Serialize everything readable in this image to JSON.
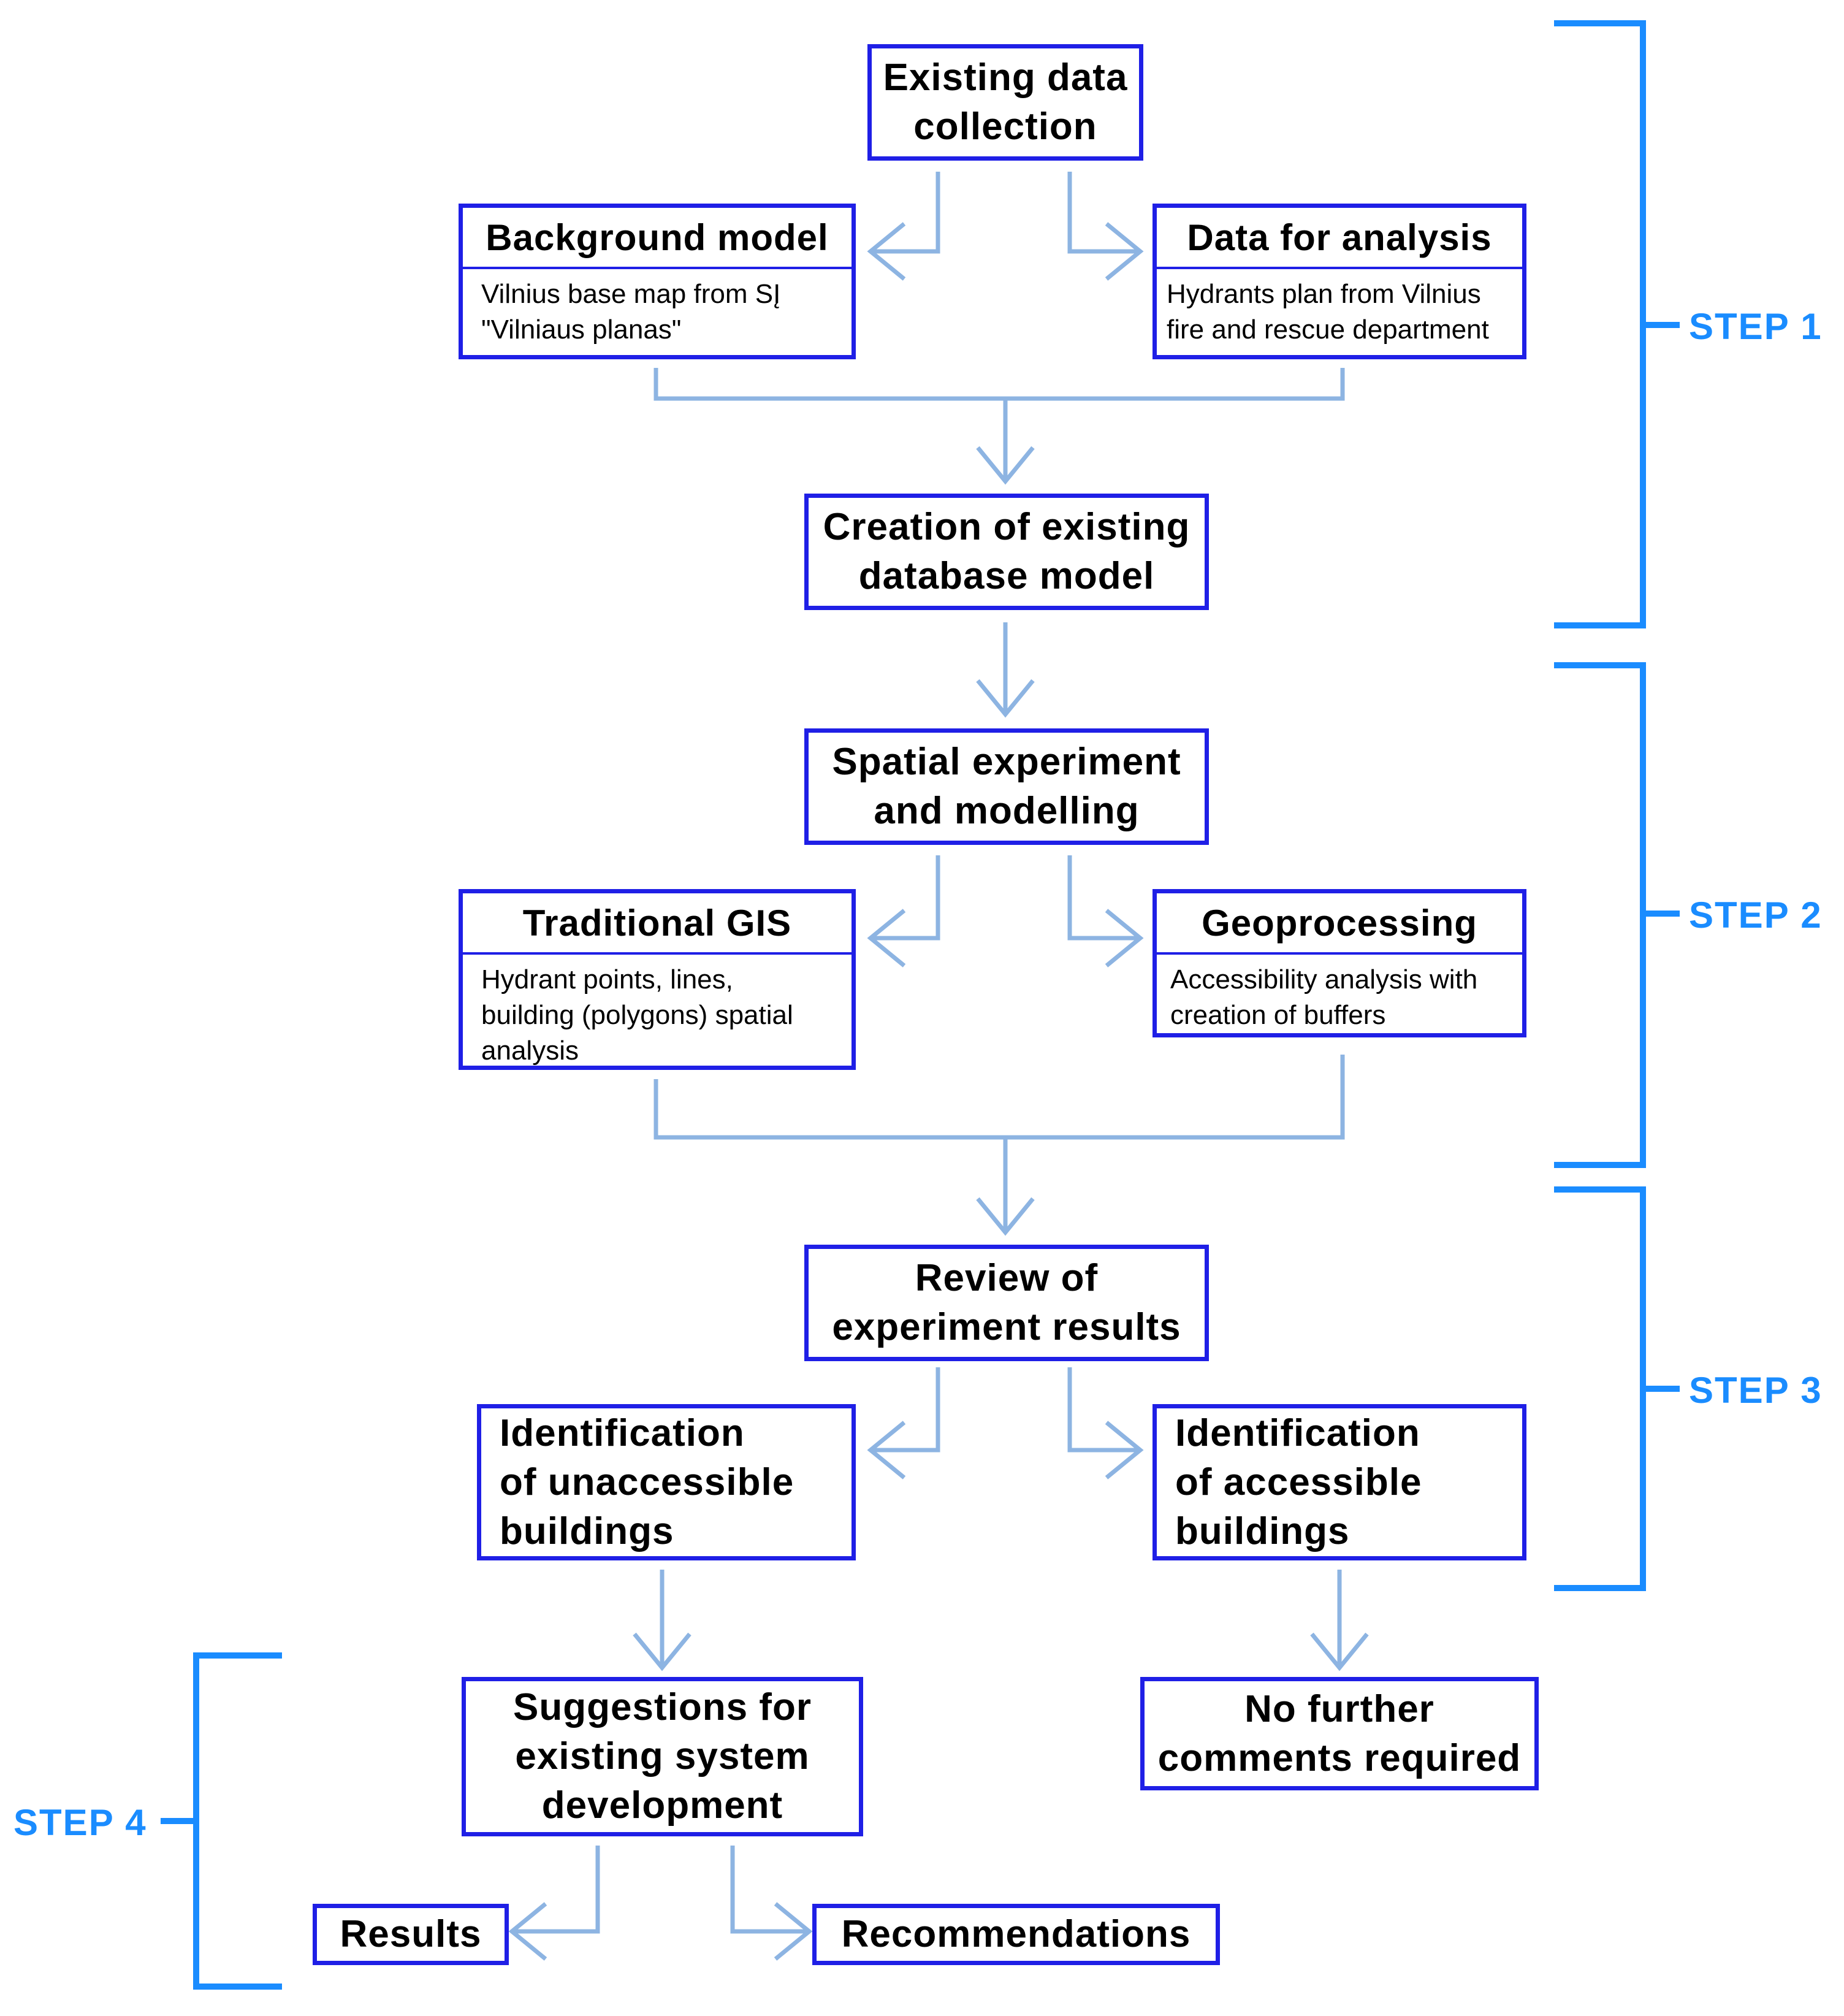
{
  "colors": {
    "box_border": "#1f1fe6",
    "arrow": "#8db4e2",
    "bracket": "#1a8cff",
    "step_label": "#1a8cff"
  },
  "boxes": {
    "existing_data": "Existing data\ncollection",
    "background_model": {
      "title": "Background model",
      "body": "Vilnius base map from SĮ\n\"Vilniaus planas\""
    },
    "data_for_analysis": {
      "title": "Data for analysis",
      "body": "Hydrants plan from Vilnius\nfire and rescue department"
    },
    "database_model": "Creation of existing\ndatabase model",
    "spatial_experiment": "Spatial experiment\nand modelling",
    "traditional_gis": {
      "title": "Traditional GIS",
      "body": "Hydrant points, lines,\nbuilding (polygons) spatial\nanalysis"
    },
    "geoprocessing": {
      "title": "Geoprocessing",
      "body": "Accessibility analysis with\ncreation of buffers"
    },
    "review_results": "Review of\nexperiment results",
    "unaccessible": "Identification\nof unaccessible\nbuildings",
    "accessible": "Identification\nof accessible\nbuildings",
    "suggestions": "Suggestions for\nexisting system\ndevelopment",
    "no_further": "No further\ncomments required",
    "results": "Results",
    "recommendations": "Recommendations"
  },
  "steps": [
    "STEP 1",
    "STEP 2",
    "STEP 3",
    "STEP 4"
  ]
}
